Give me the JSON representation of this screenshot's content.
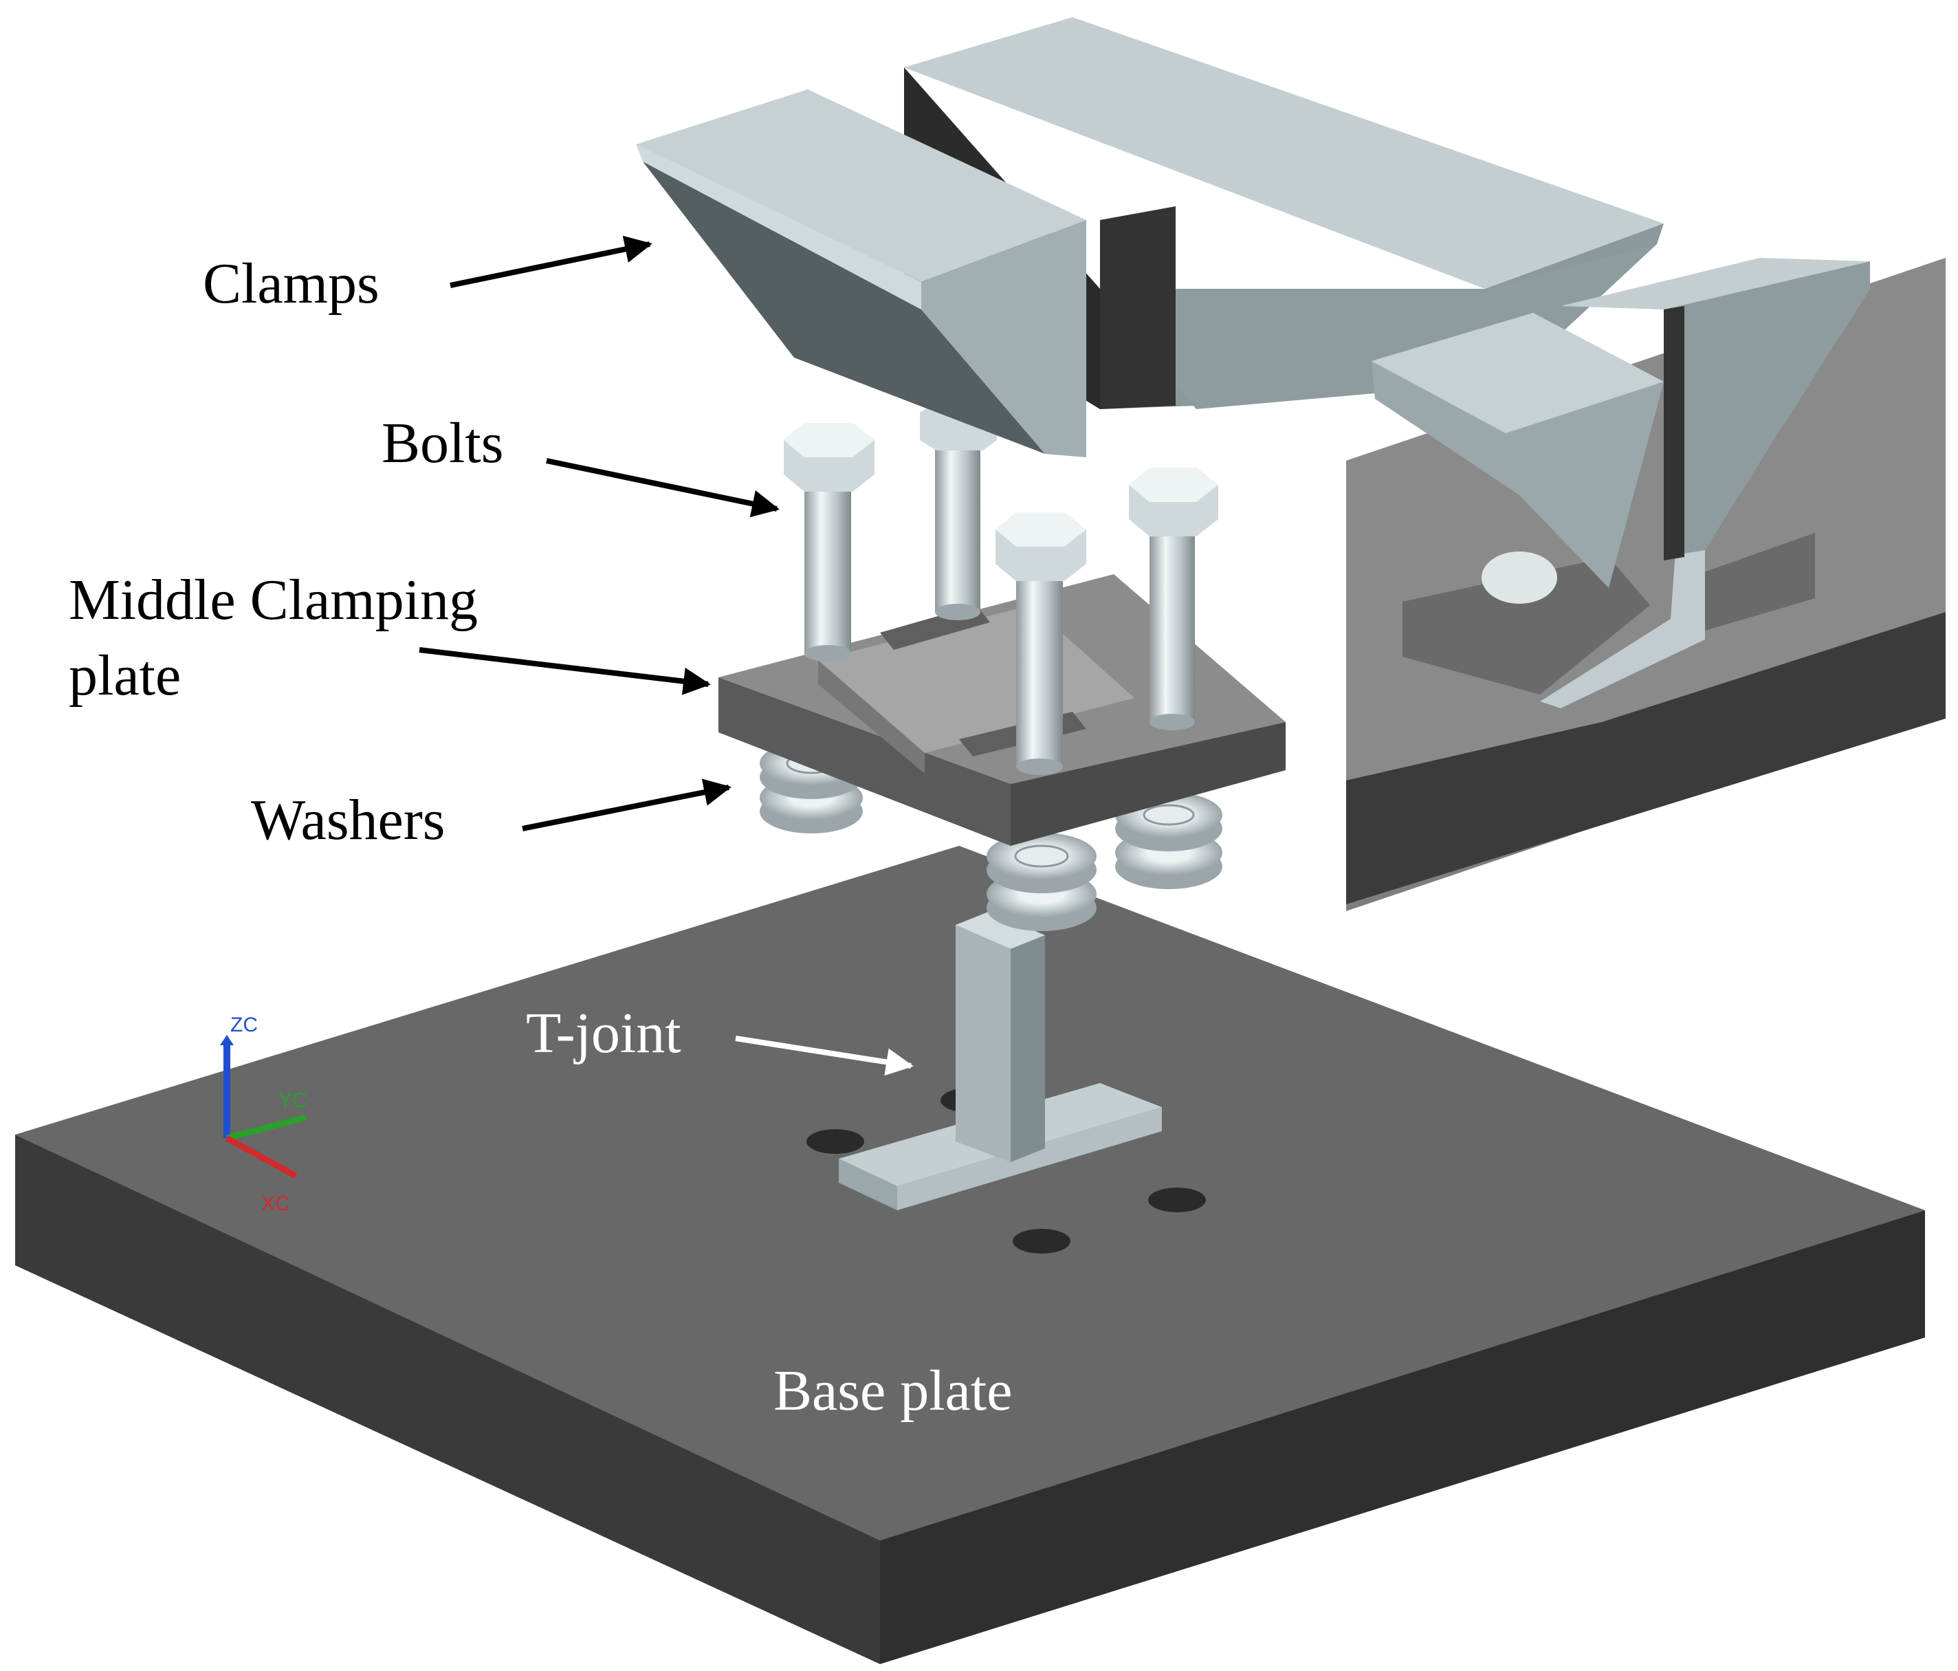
{
  "labels": {
    "clamps": "Clamps",
    "bolts": "Bolts",
    "middle_plate_line1": "Middle Clamping",
    "middle_plate_line2": "plate",
    "washers": "Washers",
    "t_joint": "T-joint",
    "base_plate": "Base plate"
  },
  "axes": {
    "z": "ZC",
    "y": "YC",
    "x": "XC"
  },
  "colors": {
    "base_top": "#686868",
    "base_front": "#3a3a3a",
    "base_side": "#505050",
    "part_light": "#c8d3d6",
    "part_mid": "#8b999d",
    "part_dark": "#555e61",
    "clamp_dark": "#2b2b2b",
    "plate_top": "#8c8c8c",
    "plate_side": "#5a5a5a",
    "axis_z": "#1f4fd1",
    "axis_y": "#2aa02a",
    "axis_x": "#d22a2a"
  }
}
